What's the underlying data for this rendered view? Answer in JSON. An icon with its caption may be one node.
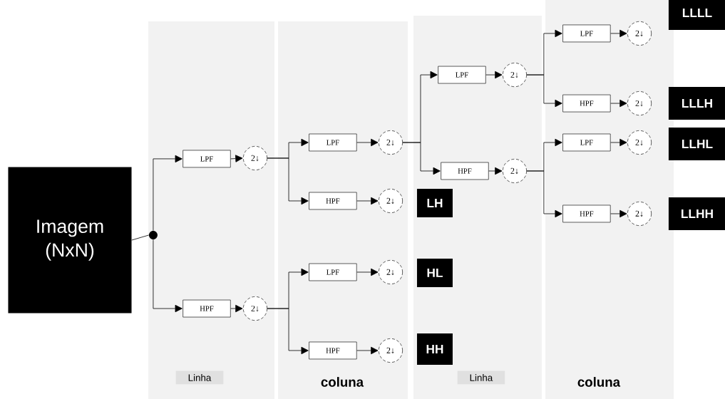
{
  "diagram": {
    "nodes": [
      {
        "text": [
          "Imagem (NxN)"
        ]
      },
      {
        "text": [],
        "shape": "circle"
      },
      {
        "text": [
          "LPF"
        ]
      },
      {
        "text": [
          "2↓"
        ]
      },
      {
        "text": [
          "HPF"
        ]
      },
      {
        "text": [
          "2↓"
        ]
      },
      {
        "text": [
          "LPF"
        ]
      },
      {
        "text": [
          "2↓"
        ]
      },
      {
        "text": [
          "HPF"
        ]
      },
      {
        "text": [
          "2↓"
        ]
      },
      {
        "text": [
          "LPF"
        ]
      },
      {
        "text": [
          "2↓"
        ]
      },
      {
        "text": [
          "HPF"
        ]
      },
      {
        "text": [
          "2↓"
        ]
      },
      {
        "text": [
          "LH"
        ]
      },
      {
        "text": [
          "HL"
        ]
      },
      {
        "text": [
          "HH"
        ]
      },
      {
        "text": [
          "LPF"
        ]
      },
      {
        "text": [
          "2↓"
        ]
      },
      {
        "text": [
          "HPF"
        ]
      },
      {
        "text": [
          "2↓"
        ]
      },
      {
        "text": [
          "LPF"
        ]
      },
      {
        "text": [
          "2↓"
        ]
      },
      {
        "text": [
          "HPF"
        ]
      },
      {
        "text": [
          "2↓"
        ]
      },
      {
        "text": [
          "LPF"
        ]
      },
      {
        "text": [
          "2↓"
        ]
      },
      {
        "text": [
          "HPF"
        ]
      },
      {
        "text": [
          "2↓"
        ]
      },
      {
        "text": [
          "LLLL"
        ]
      },
      {
        "text": [
          "LLLH"
        ]
      },
      {
        "text": [
          "LLHL"
        ]
      },
      {
        "text": [
          "LLHH"
        ]
      }
    ],
    "edges": [
      {
        "from": 0,
        "to": 1,
        "arrow": "none"
      },
      {
        "from": 1,
        "to": 2,
        "arrow": "to"
      },
      {
        "from": 1,
        "to": 4,
        "arrow": "to"
      },
      {
        "from": 2,
        "to": 3,
        "arrow": "to"
      },
      {
        "from": 4,
        "to": 5,
        "arrow": "to"
      },
      {
        "from": 3,
        "to": 6,
        "arrow": "to"
      },
      {
        "from": 3,
        "to": 8,
        "arrow": "to"
      },
      {
        "from": 5,
        "to": 10,
        "arrow": "to"
      },
      {
        "from": 5,
        "to": 12,
        "arrow": "to"
      },
      {
        "from": 6,
        "to": 7,
        "arrow": "to"
      },
      {
        "from": 8,
        "to": 9,
        "arrow": "to"
      },
      {
        "from": 10,
        "to": 11,
        "arrow": "to"
      },
      {
        "from": 12,
        "to": 13,
        "arrow": "to"
      },
      {
        "from": 7,
        "to": 17,
        "arrow": "to"
      },
      {
        "from": 7,
        "to": 19,
        "arrow": "to"
      },
      {
        "from": 17,
        "to": 18,
        "arrow": "to"
      },
      {
        "from": 19,
        "to": 20,
        "arrow": "to"
      },
      {
        "from": 18,
        "to": 21,
        "arrow": "to"
      },
      {
        "from": 18,
        "to": 23,
        "arrow": "to"
      },
      {
        "from": 20,
        "to": 25,
        "arrow": "to"
      },
      {
        "from": 20,
        "to": 27,
        "arrow": "to"
      },
      {
        "from": 21,
        "to": 22,
        "arrow": "to"
      },
      {
        "from": 23,
        "to": 24,
        "arrow": "to"
      },
      {
        "from": 25,
        "to": 26,
        "arrow": "to"
      },
      {
        "from": 27,
        "to": 28,
        "arrow": "to"
      }
    ],
    "labels": [
      "Linha",
      "coluna",
      "Linha",
      "coluna"
    ]
  }
}
